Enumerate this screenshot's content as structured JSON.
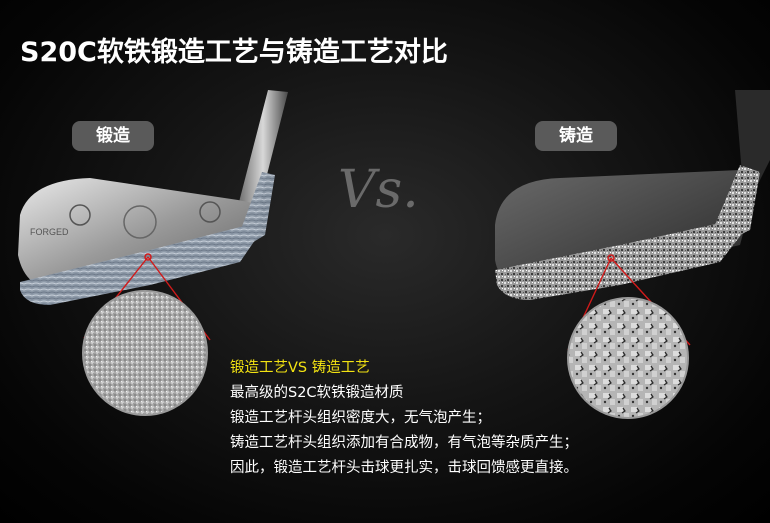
{
  "title": "S20C软铁锻造工艺与铸造工艺对比",
  "labels": {
    "forged": "锻造",
    "cast": "铸造",
    "vs": "Vs."
  },
  "description": {
    "heading": "锻造工艺VS 铸造工艺",
    "lines": [
      "最高级的S2C软铁锻造材质",
      "锻造工艺杆头组织密度大，无气泡产生；",
      "铸造工艺杆头组织添加有合成物，有气泡等杂质产生；",
      "因此，锻造工艺杆头击球更扎实，击球回馈感更直接。"
    ]
  },
  "colors": {
    "highlight": "#f3e312",
    "pill": "#5a5a5a",
    "accent_line": "#d11a1a"
  }
}
